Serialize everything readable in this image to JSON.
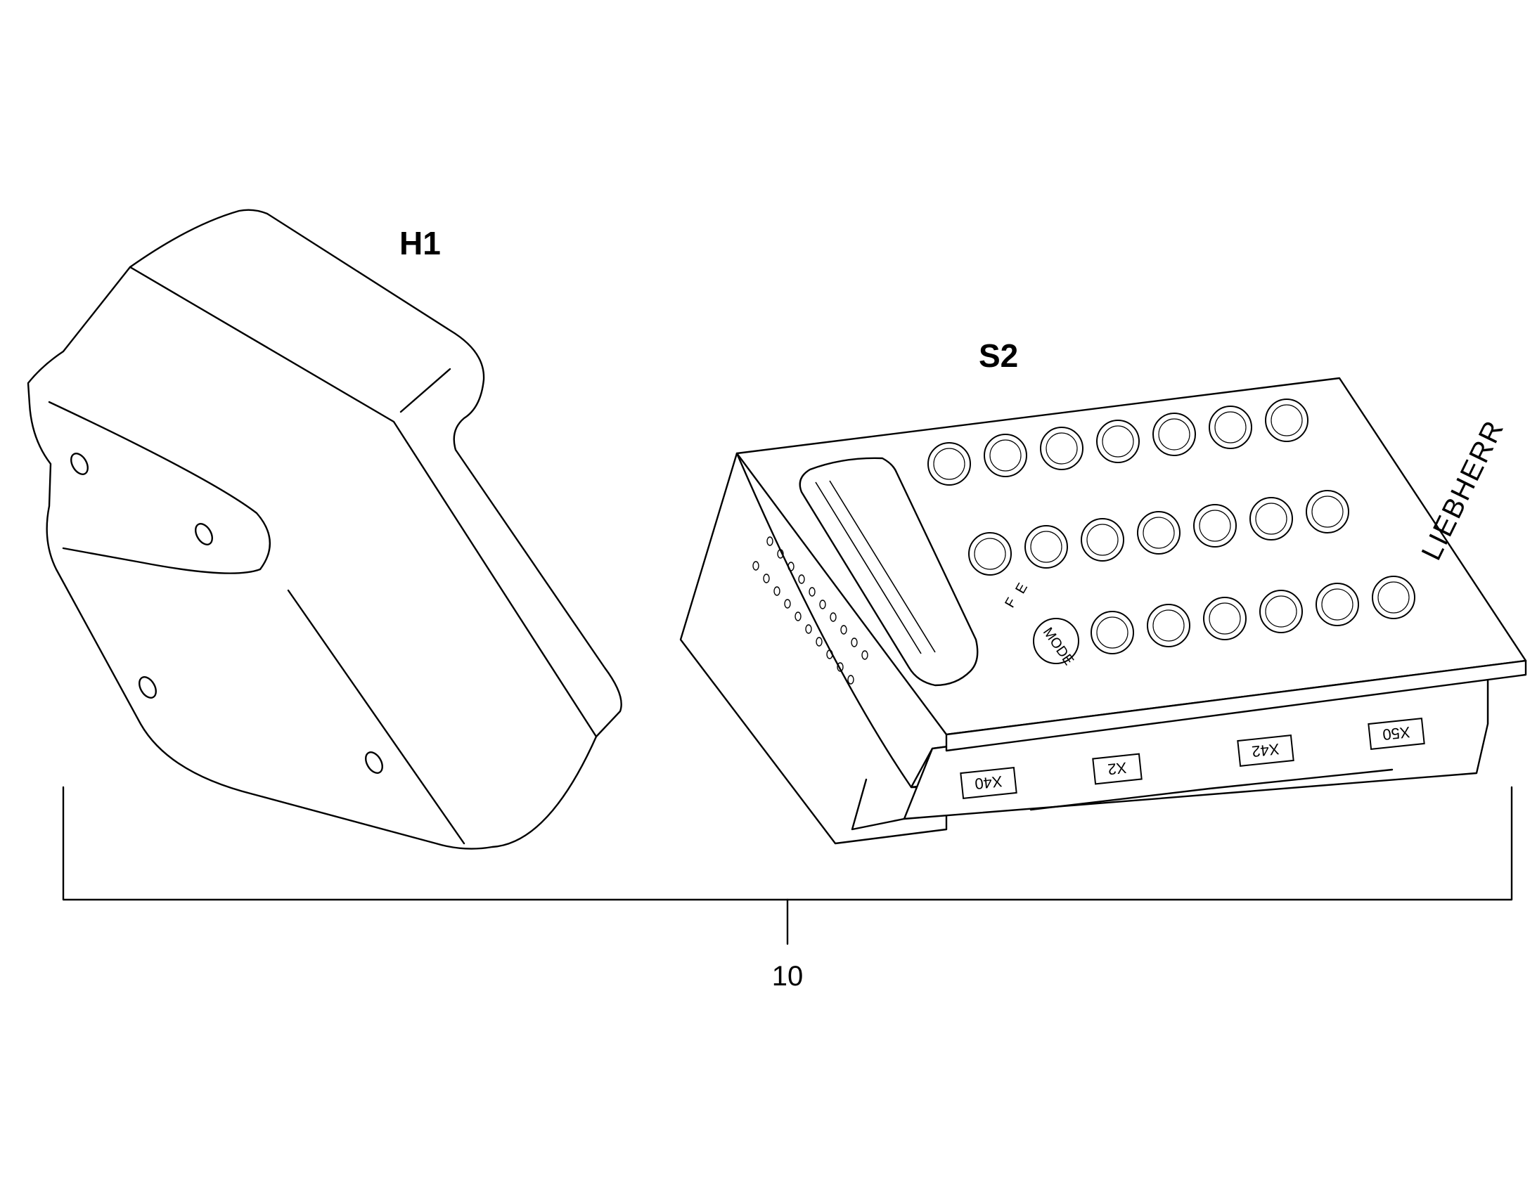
{
  "labels": {
    "housing": "H1",
    "keypad": "S2",
    "assembly_number": "10"
  },
  "keypad": {
    "brand": "LIEBHERR",
    "mode_key": "MODE",
    "fuel_marks": [
      "F",
      "E"
    ],
    "connectors": [
      "X40",
      "X2",
      "X42",
      "X50"
    ]
  }
}
